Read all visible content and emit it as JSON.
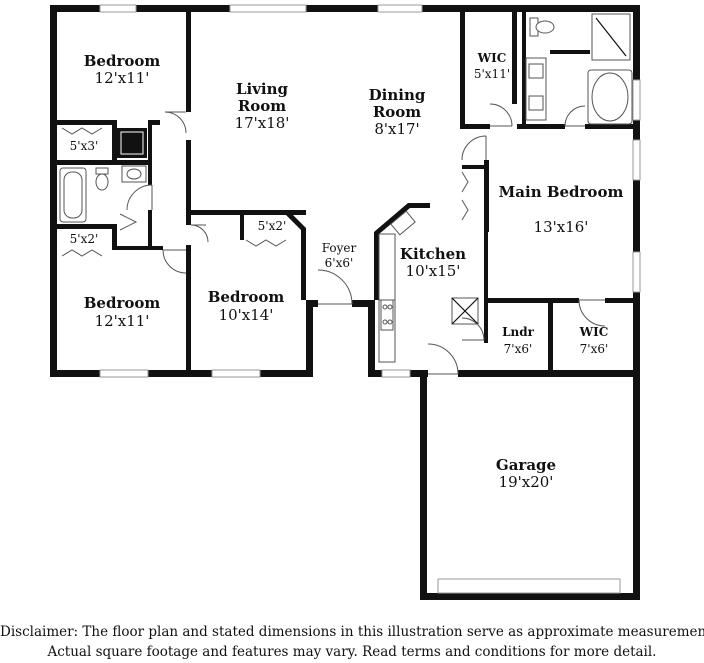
{
  "rooms": {
    "bedroom_top_left": {
      "name": "Bedroom",
      "dim": "12'x11'"
    },
    "closet_5x3": {
      "dim": "5'x3'"
    },
    "closet_5x2_left": {
      "dim": "5'x2'"
    },
    "bedroom_bottom_left": {
      "name": "Bedroom",
      "dim": "12'x11'"
    },
    "closet_5x2_mid": {
      "dim": "5'x2'"
    },
    "bedroom_middle": {
      "name": "Bedroom",
      "dim": "10'x14'"
    },
    "living_room": {
      "name_line1": "Living",
      "name_line2": "Room",
      "dim": "17'x18'"
    },
    "dining_room": {
      "name_line1": "Dining",
      "name_line2": "Room",
      "dim": "8'x17'"
    },
    "foyer": {
      "name": "Foyer",
      "dim": "6'x6'"
    },
    "kitchen": {
      "name": "Kitchen",
      "dim": "10'x15'"
    },
    "wic_top": {
      "name": "WIC",
      "dim": "5'x11'"
    },
    "main_bedroom": {
      "name": "Main Bedroom",
      "dim": "13'x16'"
    },
    "laundry": {
      "name": "Lndr",
      "dim": "7'x6'"
    },
    "wic_bottom": {
      "name": "WIC",
      "dim": "7'x6'"
    },
    "garage": {
      "name": "Garage",
      "dim": "19'x20'"
    }
  },
  "disclaimer": {
    "line1": "Disclaimer: The floor plan and stated dimensions in this illustration serve as approximate measurements.",
    "line2": "Actual square footage and features may vary. Read terms and conditions for more detail."
  }
}
